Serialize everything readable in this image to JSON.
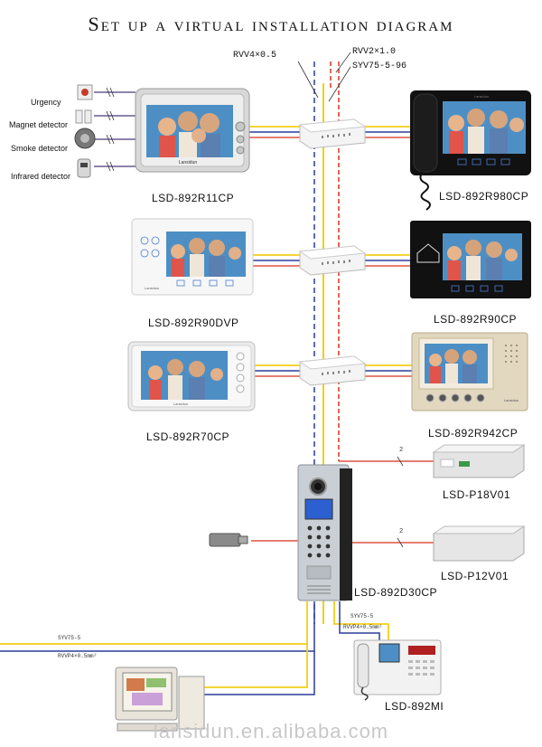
{
  "title": "Set up a virtual installation diagram",
  "cables": {
    "rvv4": "RVV4×0.5",
    "rvv2": "RVV2×1.0",
    "syv": "SYV75-5-96"
  },
  "sensors": [
    "Urgency",
    "Magnet detector",
    "Smoke detector",
    "Infrared detector"
  ],
  "devices": {
    "m1": "LSD-892R11CP",
    "m2": "LSD-892R980CP",
    "m3": "LSD-892R90DVP",
    "m4": "LSD-892R90CP",
    "m5": "LSD-892R70CP",
    "m6": "LSD-892R942CP",
    "p1": "LSD-P18V01",
    "p2": "LSD-P12V01",
    "door": "LSD-892D30CP",
    "mgr": "LSD-892MI"
  },
  "brand": "Lansidun",
  "wire_counts": {
    "p1": "2",
    "p2": "2"
  },
  "bottom_cables": {
    "syv_left": "SYV75-5",
    "rvvp_left": "RVVP4×0.5mm²",
    "syv_mgr": "SYV75-5",
    "rvvp_mgr": "RVVP4×0.5mm²"
  },
  "watermark": "lansidun.en.alibaba.com",
  "colors": {
    "yellow": "#f2cf1a",
    "red": "#d8321f",
    "blue": "#2a3d9a",
    "purple": "#4a3a7a"
  }
}
